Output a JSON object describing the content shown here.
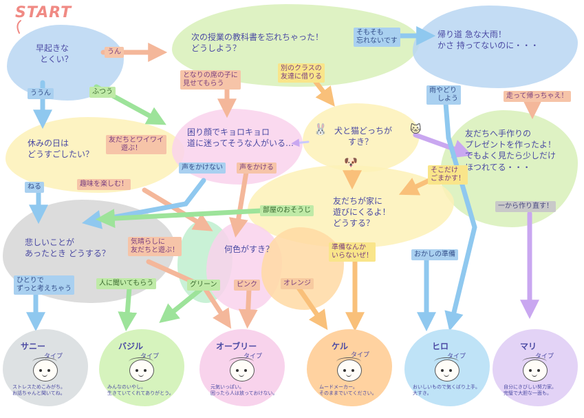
{
  "start_label": "START",
  "nodes": {
    "q1": [
      "早起きな",
      "とくい？"
    ],
    "q2": [
      "次の授業の教科書を忘れちゃった！",
      "どうしよう？"
    ],
    "q3": [
      "帰り道 急な大雨！",
      "かさ 持ってないのに・・・"
    ],
    "q4": [
      "休みの日は",
      "どうすごしたい？"
    ],
    "q5": [
      "困り顔でキョロキョロ",
      "道に迷ってそうな人がいる…"
    ],
    "q6": [
      "犬と猫どっちが",
      "すき？"
    ],
    "q7": [
      "友だちへ手作りの",
      "プレゼントを作ったよ！",
      "でもよく見たら少しだけ",
      "ほつれてる・・・"
    ],
    "q8": [
      "悲しいことが",
      "あったとき どうする？"
    ],
    "q9": [
      "友だちが家に",
      "遊びにくるよ！",
      "どうする？"
    ],
    "q10": [
      "何色がすき？"
    ]
  },
  "tags": {
    "t_un": "うん",
    "t_uun": "ううん",
    "t_futsuu": "ふつう",
    "t_tonari": [
      "となりの席の子に",
      "見せてもらう"
    ],
    "t_betsu": [
      "別のクラスの",
      "友達に借りる"
    ],
    "t_sosomo": [
      "そもそも",
      "忘れないです"
    ],
    "t_amayadori": [
      "雨やどり",
      "しよう"
    ],
    "t_hashitte": "走って帰っちゃえ！",
    "t_wai": [
      "友だちとワイワイ",
      "遊ぶ！"
    ],
    "t_neru": "ねる",
    "t_shumi": "趣味を楽しむ！",
    "t_koe_nai": "声をかけない",
    "t_koe": "声をかける",
    "t_sodake": [
      "そこだけ",
      "ごまかす！"
    ],
    "t_ichikara": "一から作り直す！",
    "t_heya": "部屋のおそうじ",
    "t_junbi": [
      "準備なんか",
      "いらないぜ！"
    ],
    "t_okashi": "おかしの準備",
    "t_kibarashi": [
      "気晴らしに",
      "友だちと遊ぶ！"
    ],
    "t_hitori": [
      "ひとりで",
      "ずっと考えちゃう"
    ],
    "t_hito": "人に聞いてもらう",
    "t_green": "グリーン",
    "t_pink": "ピンク",
    "t_orange": "オレンジ"
  },
  "results": [
    {
      "title": "サニー",
      "type": "タイプ",
      "desc": [
        "ストレスためこみがち。",
        "お話ちゃんと聞いてね。"
      ]
    },
    {
      "title": "バジル",
      "type": "タイプ",
      "desc": [
        "みんなのいやし。",
        "生きていてくれてありがとう。"
      ]
    },
    {
      "title": "オーブリー",
      "type": "タイプ",
      "desc": [
        "元気いっぱい。",
        "困ったら人は放っておけない。"
      ]
    },
    {
      "title": "ケル",
      "type": "タイプ",
      "desc": [
        "ムードメーカー。",
        "そのままでいてください。"
      ]
    },
    {
      "title": "ヒロ",
      "type": "タイプ",
      "desc": [
        "おいしいもので気くばり上手。",
        "大すき。"
      ]
    },
    {
      "title": "マリ",
      "type": "タイプ",
      "desc": [
        "自分にきびしい努力家。",
        "完璧で大胆な一面も。"
      ]
    }
  ],
  "colors": {
    "arrow_salmon": "#f4b79a",
    "arrow_blue": "#8fc8ef",
    "arrow_green": "#9de39a",
    "arrow_lilac": "#c9a7f0",
    "arrow_orange": "#f9c07a",
    "arrow_gray": "#bcd7ea"
  }
}
